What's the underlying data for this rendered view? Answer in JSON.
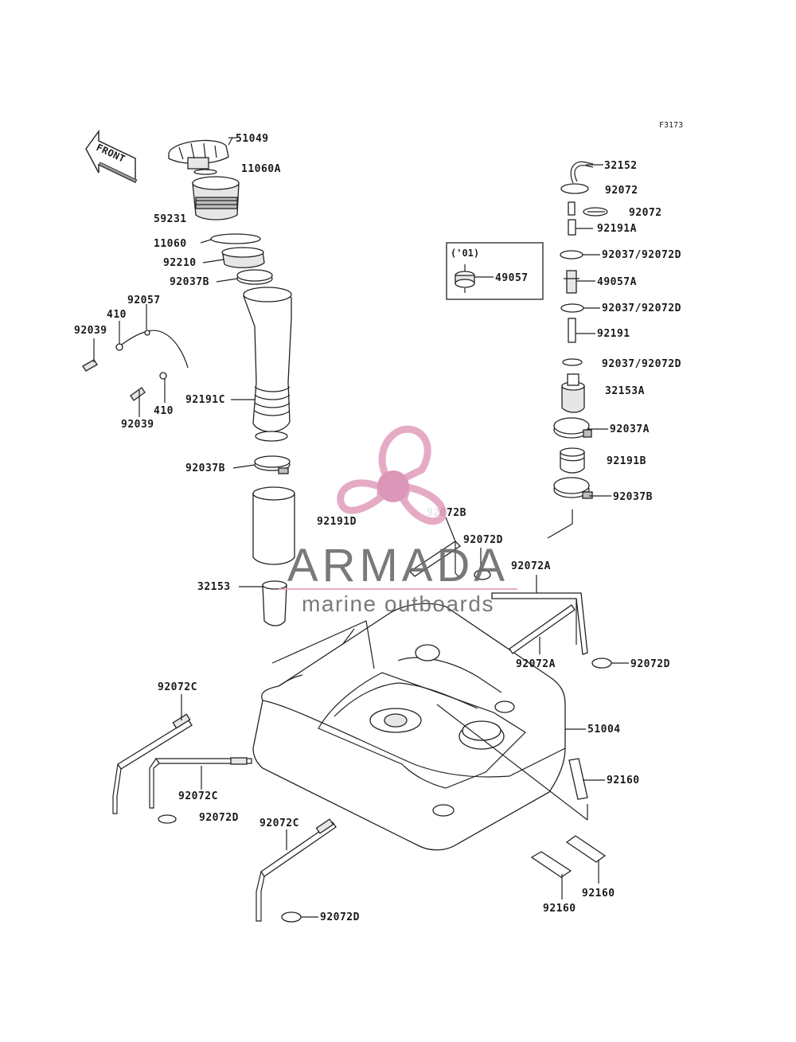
{
  "diagram": {
    "ref_code": "F3173",
    "front_label": "FRONT",
    "inset_label": "('01)",
    "parts": {
      "p51049": "51049",
      "p11060A": "11060A",
      "p59231": "59231",
      "p11060": "11060",
      "p92210": "92210",
      "p92037B_a": "92037B",
      "p92057": "92057",
      "p410_a": "410",
      "p92039_a": "92039",
      "p410_b": "410",
      "p92039_b": "92039",
      "p92191C": "92191C",
      "p92037B_b": "92037B",
      "p92191D": "92191D",
      "p32153": "32153",
      "p32152": "32152",
      "p92072_a": "92072",
      "p92072_b": "92072",
      "p92191A": "92191A",
      "p92037_92072D_a": "92037/92072D",
      "p49057": "49057",
      "p49057A": "49057A",
      "p92037_92072D_b": "92037/92072D",
      "p92191": "92191",
      "p92037_92072D_c": "92037/92072D",
      "p32153A": "32153A",
      "p92037A": "92037A",
      "p92191B": "92191B",
      "p92037B_c": "92037B",
      "p92072B": "92072B",
      "p92072D_a": "92072D",
      "p92072A_a": "92072A",
      "p92072A_b": "92072A",
      "p92072D_b": "92072D",
      "p51004": "51004",
      "p92160_a": "92160",
      "p92160_b": "92160",
      "p92160_c": "92160",
      "p92072C_a": "92072C",
      "p92072C_b": "92072C",
      "p92072D_c": "92072D",
      "p92072C_c": "92072C",
      "p92072D_d": "92072D"
    }
  },
  "watermark": {
    "brand": "ARMADA",
    "tagline": "marine outboards",
    "logo_icon": "propeller-icon",
    "colors": {
      "logo": "#e3a3bf",
      "logo_hub": "#d98bb0",
      "text": "#6b6b6b",
      "rule": "#e3a3bf"
    }
  }
}
